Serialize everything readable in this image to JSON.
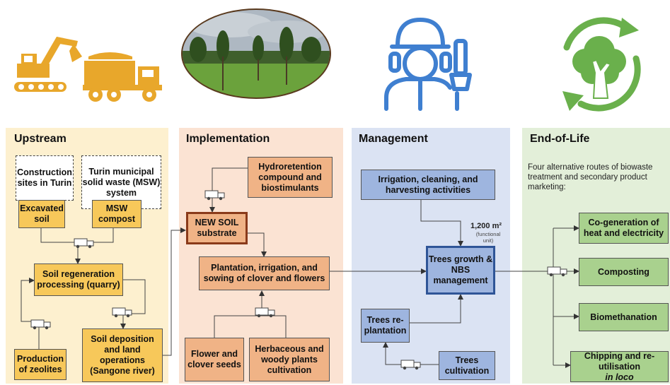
{
  "panels": {
    "upstream": {
      "title": "Upstream",
      "construction_sites": "Construction sites in Turin",
      "turin_msw": "Turin municipal solid waste (MSW) system",
      "excavated_soil": "Excavated soil",
      "msw_compost": "MSW compost",
      "soil_regeneration": "Soil regeneration processing (quarry)",
      "production_zeolites": "Production of zeolites",
      "soil_deposition": "Soil deposition and land operations (Sangone river)"
    },
    "implementation": {
      "title": "Implementation",
      "hydroretention": "Hydroretention compound and biostimulants",
      "new_soil": "NEW SOIL substrate",
      "plantation": "Plantation, irrigation, and sowing of clover and flowers",
      "flower_seeds": "Flower and clover seeds",
      "herbaceous": "Herbaceous and woody plants cultivation"
    },
    "management": {
      "title": "Management",
      "irrigation": "Irrigation, cleaning, and harvesting activities",
      "area_value": "1,200 m²",
      "functional_unit": "(functional unit)",
      "trees_growth": "Trees growth & NBS management",
      "trees_replantation": "Trees re-plantation",
      "trees_cultivation": "Trees cultivation"
    },
    "end_of_life": {
      "title": "End-of-Life",
      "description": "Four alternative routes of biowaste treatment and secondary product marketing:",
      "cogeneration": "Co-generation of heat and electricity",
      "composting": "Composting",
      "biomethanation": "Biomethanation",
      "chipping_prefix": "Chipping and re-utilisation",
      "chipping_italic": "in loco"
    }
  },
  "colors": {
    "upstream_bg": "#fdf0cf",
    "implementation_bg": "#fbe3d3",
    "management_bg": "#dbe3f3",
    "end_of_life_bg": "#e3efd9",
    "excavator": "#e8a72b",
    "worker": "#3f7fd0",
    "recycle": "#6ab04c"
  },
  "icons": [
    "excavator-icon",
    "truck-icon",
    "landscape-photo",
    "worker-icon",
    "tree-recycle-icon"
  ]
}
